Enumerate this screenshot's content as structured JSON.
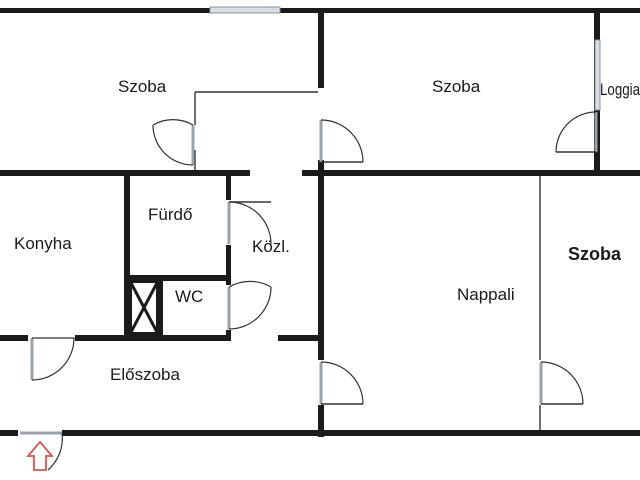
{
  "rooms": {
    "szoba_top_left": "Szoba",
    "szoba_top_mid": "Szoba",
    "loggia": "Loggia",
    "furdo": "Fürdő",
    "konyha": "Konyha",
    "kozl": "Közl.",
    "wc": "WC",
    "nappali": "Nappali",
    "szoba_right": "Szoba",
    "eloszoba": "Előszoba"
  },
  "colors": {
    "wall": "#1b1b1b",
    "entrance_arrow": "#d9534f"
  },
  "icons": {
    "entrance": "entrance-arrow-icon"
  }
}
